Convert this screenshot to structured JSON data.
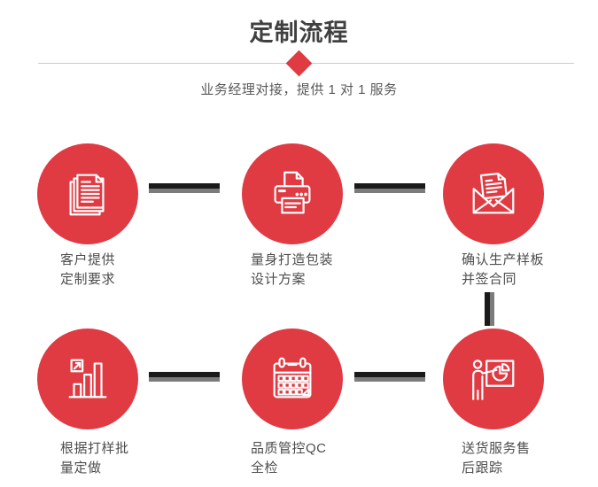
{
  "header": {
    "title": "定制流程",
    "subtitle": "业务经理对接，提供 1 对 1 服务"
  },
  "colors": {
    "accent_red": "#e03a42",
    "connector_dark": "#1a1a1a",
    "connector_gray": "#7b7b7b",
    "title_text": "#404040",
    "subtitle_text": "#595959",
    "label_text": "#4d4d4d",
    "divider": "#cccccc"
  },
  "steps": [
    {
      "icon": "documents-icon",
      "label_line1": "客户提供",
      "label_line2": "定制要求"
    },
    {
      "icon": "printer-icon",
      "label_line1": "量身打造包装",
      "label_line2": "设计方案"
    },
    {
      "icon": "envelope-icon",
      "label_line1": "确认生产样板",
      "label_line2": "并签合同"
    },
    {
      "icon": "bar-chart-icon",
      "label_line1": "根据打样批",
      "label_line2": "量定做"
    },
    {
      "icon": "calendar-icon",
      "label_line1": "品质管控QC",
      "label_line2": "全检"
    },
    {
      "icon": "presenter-icon",
      "label_line1": "送货服务售",
      "label_line2": "后跟踪"
    }
  ]
}
